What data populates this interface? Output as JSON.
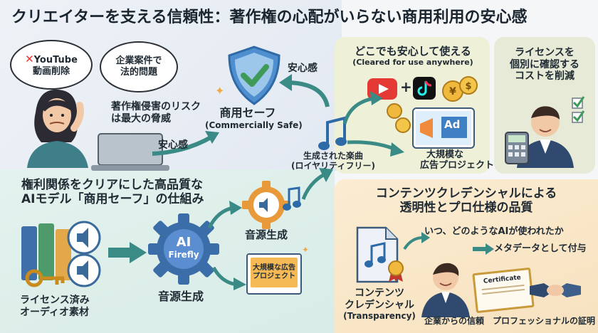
{
  "title": "クリエイターを支える信頼性：著作権の心配がいらない商用利用の安心感",
  "problem": {
    "bubble_youtube_line1": "YouTube",
    "bubble_youtube_line2": "動画削除",
    "bubble_corporate_line1": "企業案件で",
    "bubble_corporate_line2": "法的問題",
    "risk_line1": "著作権侵害のリスク",
    "risk_line2": "は最大の脅威"
  },
  "safety": {
    "anshin_top": "安心感",
    "anshin_bottom": "安心感",
    "commercial_safe_jp": "商用セーフ",
    "commercial_safe_en": "(Commercially Safe)"
  },
  "usage": {
    "title_jp": "どこでも安心して使える",
    "title_en": "(Cleared for use anywhere)",
    "ad_label": "Ad",
    "large_project_line1": "大規模な",
    "large_project_line2": "広告プロジェクト",
    "generated_music_line1": "生成された楽曲",
    "generated_music_line2": "(ロイヤリティフリー)"
  },
  "license": {
    "line1": "ライセンスを",
    "line2": "個別に確認する",
    "line3": "コストを削減"
  },
  "mechanism": {
    "title_line1": "権利関係をクリアにした高品質な",
    "title_line2": "AIモデル「商用セーフ」の仕組み",
    "gear_label1": "AI",
    "gear_label2": "Firefly",
    "sound_gen_top": "音源生成",
    "sound_gen_bottom": "音源生成",
    "material_line1": "ライセンス済み",
    "material_line2": "オーディオ素材",
    "ad_project_line1": "大規模な広告",
    "ad_project_line2": "プロジェクト"
  },
  "credentials": {
    "title_line1": "コンテンツクレデンシャルによる",
    "title_line2": "透明性とプロ仕様の品質",
    "when_what": "いつ、どのようなAIが使われたか",
    "metadata": "メタデータとして付与",
    "cc_line1": "コンテンツ",
    "cc_line2": "クレデンシャル",
    "cc_line3": "(Transparency)",
    "certificate": "Certificate",
    "trust": "企業からの信頼",
    "pro_proof": "プロフェッショナルの証明"
  },
  "colors": {
    "shield": "#4f8fcf",
    "green": "#3f9a5a",
    "orange": "#f0a848",
    "youtube_red": "#e53935",
    "arrow_teal": "#3a8a86"
  }
}
